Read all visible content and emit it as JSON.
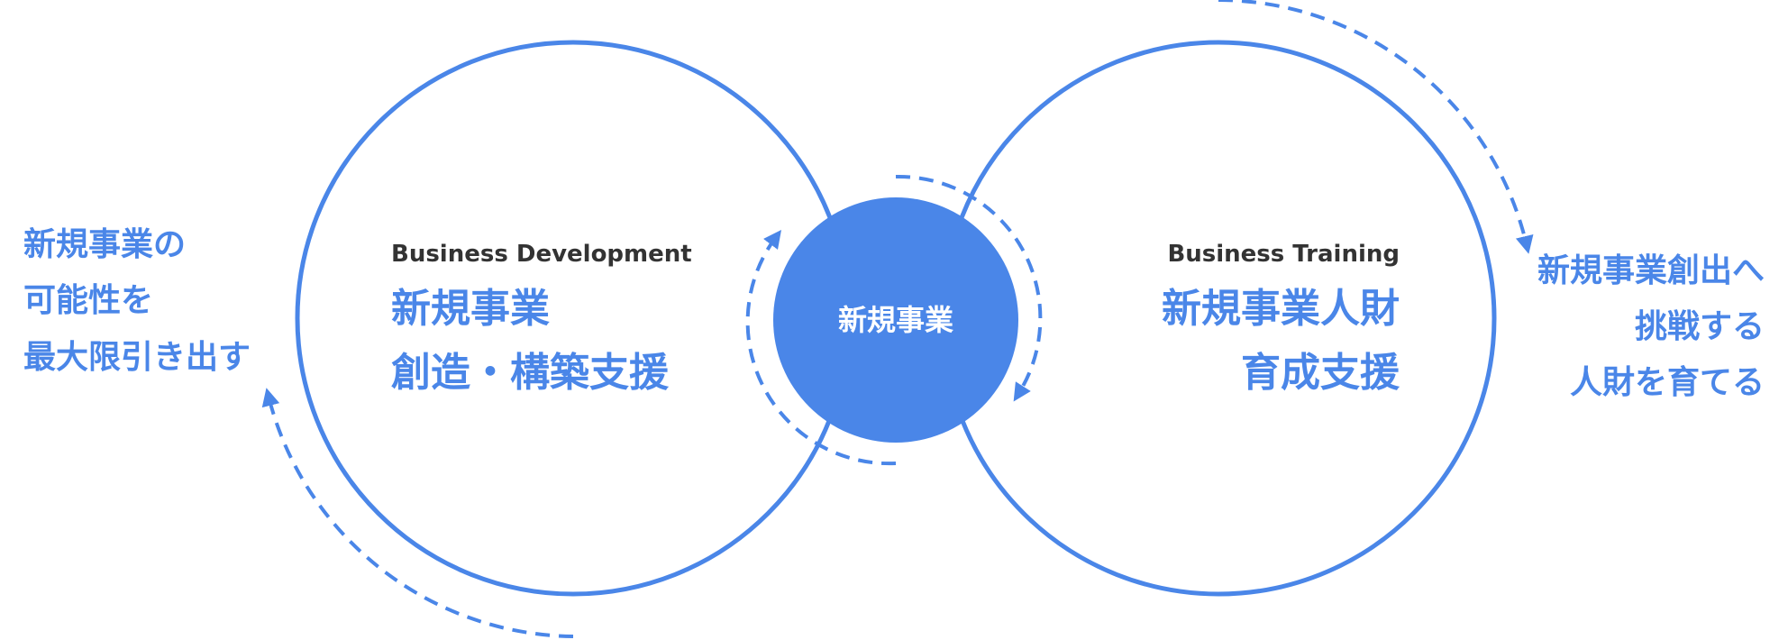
{
  "colors": {
    "accent": "#4A86E8",
    "dark_text": "#333333",
    "center_text": "#ffffff"
  },
  "left_circle": {
    "subtitle": "Business Development",
    "title_line1": "新規事業",
    "title_line2": "創造・構築支援"
  },
  "right_circle": {
    "subtitle": "Business Training",
    "title_line1": "新規事業人財",
    "title_line2": "育成支援"
  },
  "center": {
    "label": "新規事業"
  },
  "left_note": {
    "line1": "新規事業の",
    "line2": "可能性を",
    "line3": "最大限引き出す"
  },
  "right_note": {
    "line1": "新規事業創出へ",
    "line2": "挑戦する",
    "line3": "人財を育てる"
  }
}
